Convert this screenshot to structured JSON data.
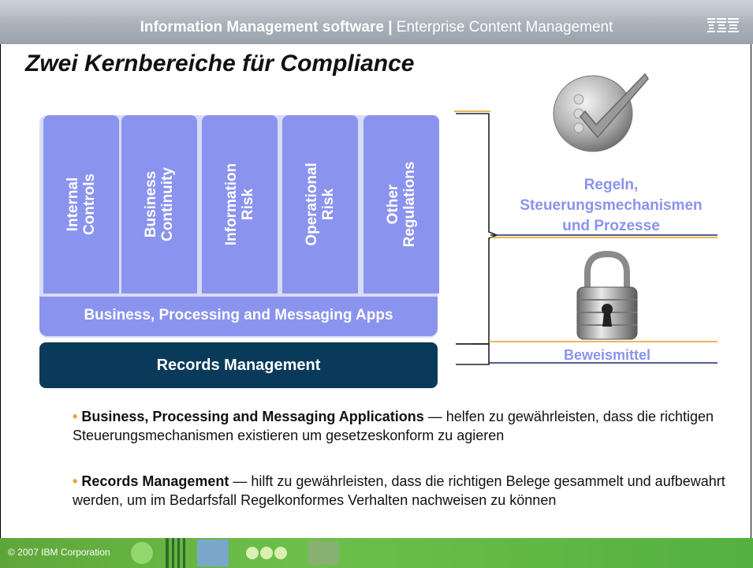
{
  "header": {
    "bold_text": "Information Management software | ",
    "normal_text": "Enterprise Content Management",
    "logo": "IBM"
  },
  "title": "Zwei Kernbereiche für Compliance",
  "pillars": [
    {
      "label": "Internal\nControls"
    },
    {
      "label": "Business\nContinuity"
    },
    {
      "label": "Information\nRisk"
    },
    {
      "label": "Operational\nRisk"
    },
    {
      "label": "Other\nRegulations"
    }
  ],
  "apps_bar": "Business, Processing and Messaging Apps",
  "records_bar": "Records Management",
  "right": {
    "rules_label_1": "Regeln,",
    "rules_label_2": "Steuerungsmechanismen",
    "rules_label_3": "und Prozesse",
    "evidence_label": "Beweismittel"
  },
  "bullets": [
    {
      "bold": "Business, Processing and Messaging Applications",
      "text": " — helfen zu gewährleisten, dass die richtigen Steuerungsmechanismen existieren um gesetzeskonform zu agieren"
    },
    {
      "bold": "Records Management",
      "text": " — hilft zu gewährleisten, dass die richtigen Belege gesammelt  und aufbewahrt werden, um im Bedarfsfall Regelkonformes Verhalten nachweisen zu können"
    }
  ],
  "footer": {
    "copyright": "© 2007 IBM Corporation"
  },
  "colors": {
    "pillar": "#8a93ee",
    "records": "#0a3a5a",
    "label": "#8a93ee",
    "bullet_dot": "#f0a030"
  }
}
